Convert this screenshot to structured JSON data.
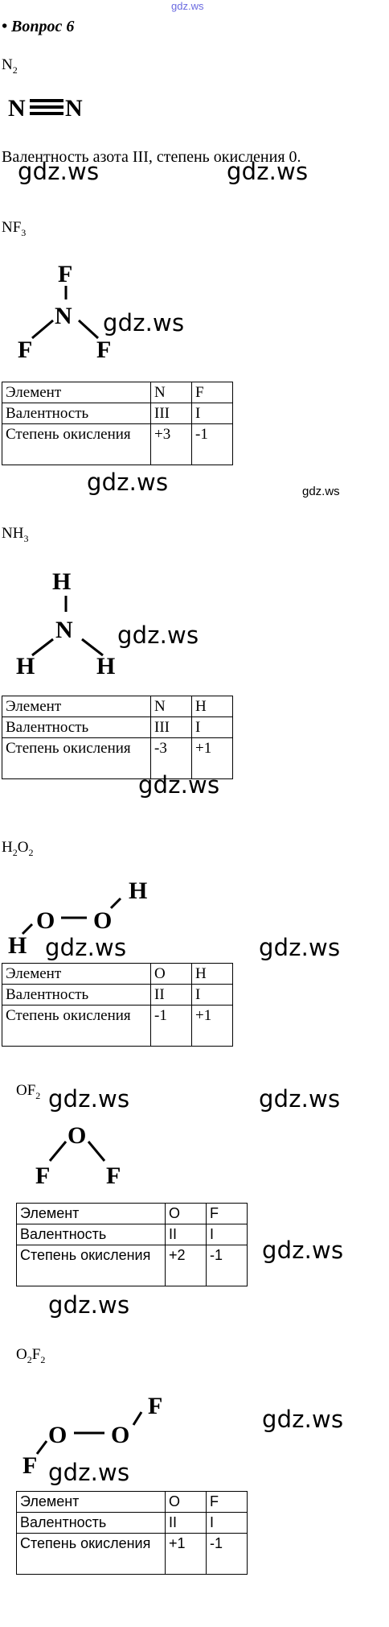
{
  "header": {
    "site_mark": "gdz.ws",
    "question_title": "• Вопрос 6"
  },
  "watermark": "gdz.ws",
  "sections": [
    {
      "formula": {
        "parts": [
          "N",
          "2"
        ]
      },
      "atoms": [
        "N",
        "N"
      ],
      "text": "Валентность азота III, степень окисления 0."
    },
    {
      "formula": {
        "parts": [
          "NF",
          "3"
        ]
      },
      "atoms": [
        "F",
        "N",
        "F",
        "F"
      ],
      "table": {
        "header": [
          "Элемент",
          "N",
          "F"
        ],
        "rows": [
          [
            "Валентность",
            "III",
            "I"
          ],
          [
            "Степень окисления",
            "+3",
            "-1"
          ]
        ]
      }
    },
    {
      "formula": {
        "parts": [
          "NH",
          "3"
        ]
      },
      "atoms": [
        "H",
        "N",
        "H",
        "H"
      ],
      "table": {
        "header": [
          "Элемент",
          "N",
          "H"
        ],
        "rows": [
          [
            "Валентность",
            "III",
            "I"
          ],
          [
            "Степень окисления",
            "-3",
            "+1"
          ]
        ]
      }
    },
    {
      "formula": {
        "parts": [
          "H",
          "2",
          "O",
          "2"
        ]
      },
      "atoms": [
        "H",
        "O",
        "O",
        "H"
      ],
      "table": {
        "header": [
          "Элемент",
          "O",
          "H"
        ],
        "rows": [
          [
            "Валентность",
            "II",
            "I"
          ],
          [
            "Степень окисления",
            "-1",
            "+1"
          ]
        ]
      }
    },
    {
      "formula": {
        "parts": [
          "OF",
          "2"
        ]
      },
      "atoms": [
        "O",
        "F",
        "F"
      ],
      "table": {
        "header": [
          "Элемент",
          "O",
          "F"
        ],
        "rows": [
          [
            "Валентность",
            "II",
            "I"
          ],
          [
            "Степень окисления",
            "+2",
            "-1"
          ]
        ]
      }
    },
    {
      "formula": {
        "parts": [
          "O",
          "2",
          "F",
          "2"
        ]
      },
      "atoms": [
        "F",
        "O",
        "O",
        "F"
      ],
      "table": {
        "header": [
          "Элемент",
          "O",
          "F"
        ],
        "rows": [
          [
            "Валентность",
            "II",
            "I"
          ],
          [
            "Степень окисления",
            "+1",
            "-1"
          ]
        ]
      }
    }
  ]
}
